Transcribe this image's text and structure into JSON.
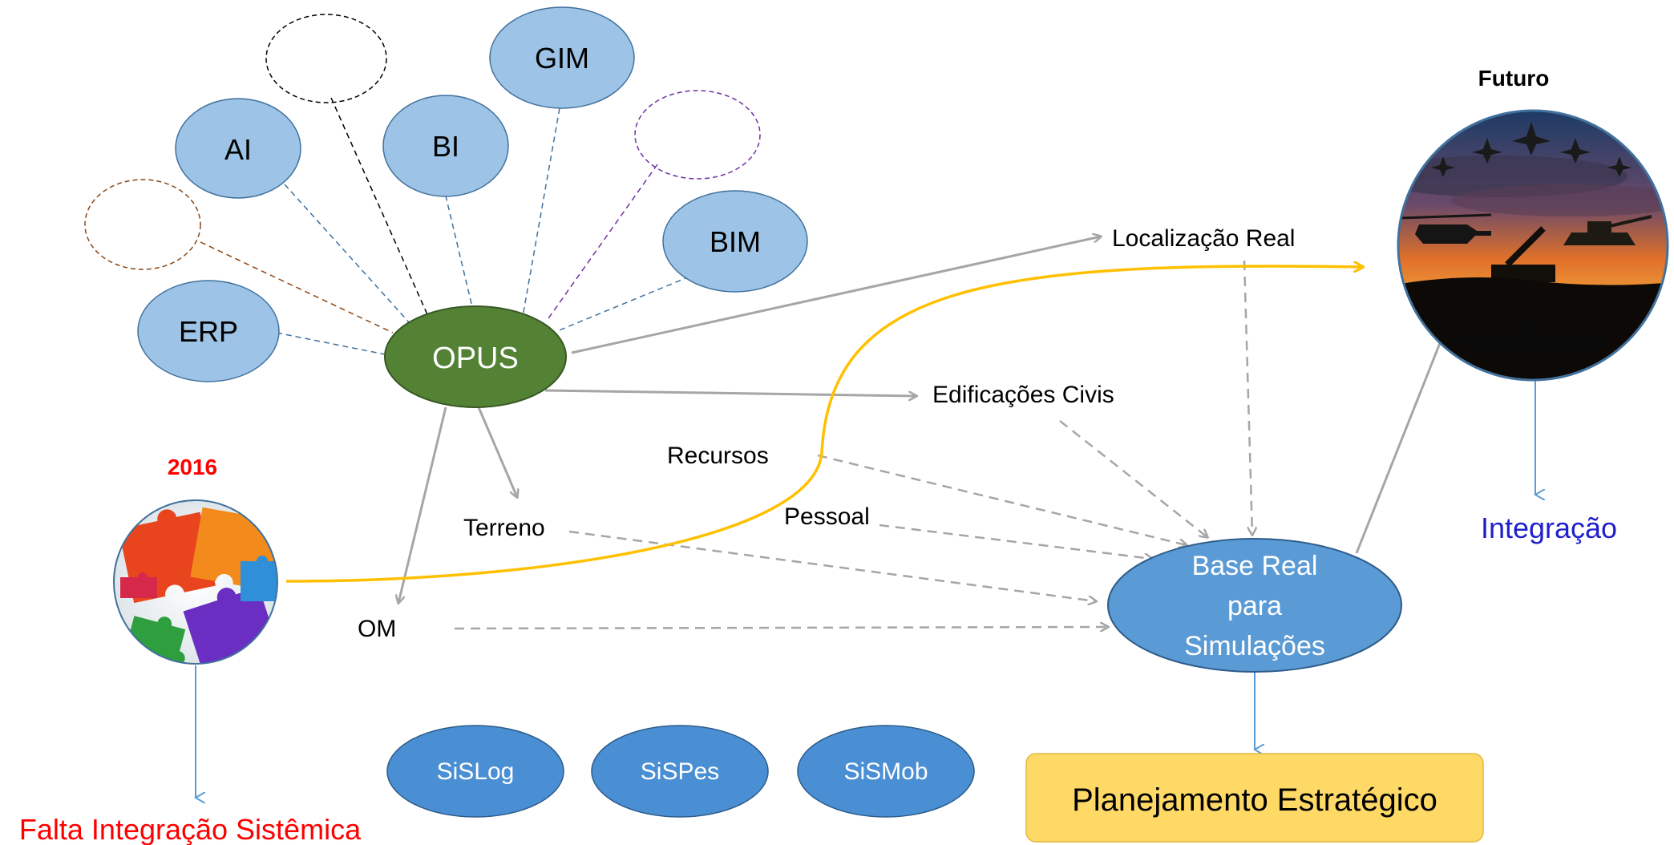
{
  "nodes": {
    "opus": "OPUS",
    "erp": "ERP",
    "ai": "AI",
    "bi": "BI",
    "gim": "GIM",
    "bim": "BIM",
    "base_line1": "Base Real",
    "base_line2": "para",
    "base_line3": "Simulações",
    "sislog": "SiSLog",
    "sispes": "SiSPes",
    "sismob": "SiSMob",
    "planejamento": "Planejamento Estratégico"
  },
  "labels": {
    "localizacao": "Localização Real",
    "edificacoes": "Edificações Civis",
    "recursos": "Recursos",
    "pessoal": "Pessoal",
    "terreno": "Terreno",
    "om": "OM",
    "year": "2016",
    "futuro": "Futuro",
    "integracao": "Integração",
    "falta": "Falta Integração Sistêmica"
  },
  "icons": {
    "past": "puzzle-pieces-icon",
    "future": "military-vehicles-sunset-icon"
  },
  "colors": {
    "node_light": "#9dc3e6",
    "node_stroke": "#41719c",
    "opus": "#548235",
    "opus_stroke": "#385723",
    "base": "#5b9bd5",
    "system": "#4a8fd4",
    "planejamento": "#ffd966",
    "gold_curve": "#ffc000",
    "red": "#ff0000",
    "blue": "#1f1fcc",
    "gray_arrow": "#a6a6a6"
  }
}
